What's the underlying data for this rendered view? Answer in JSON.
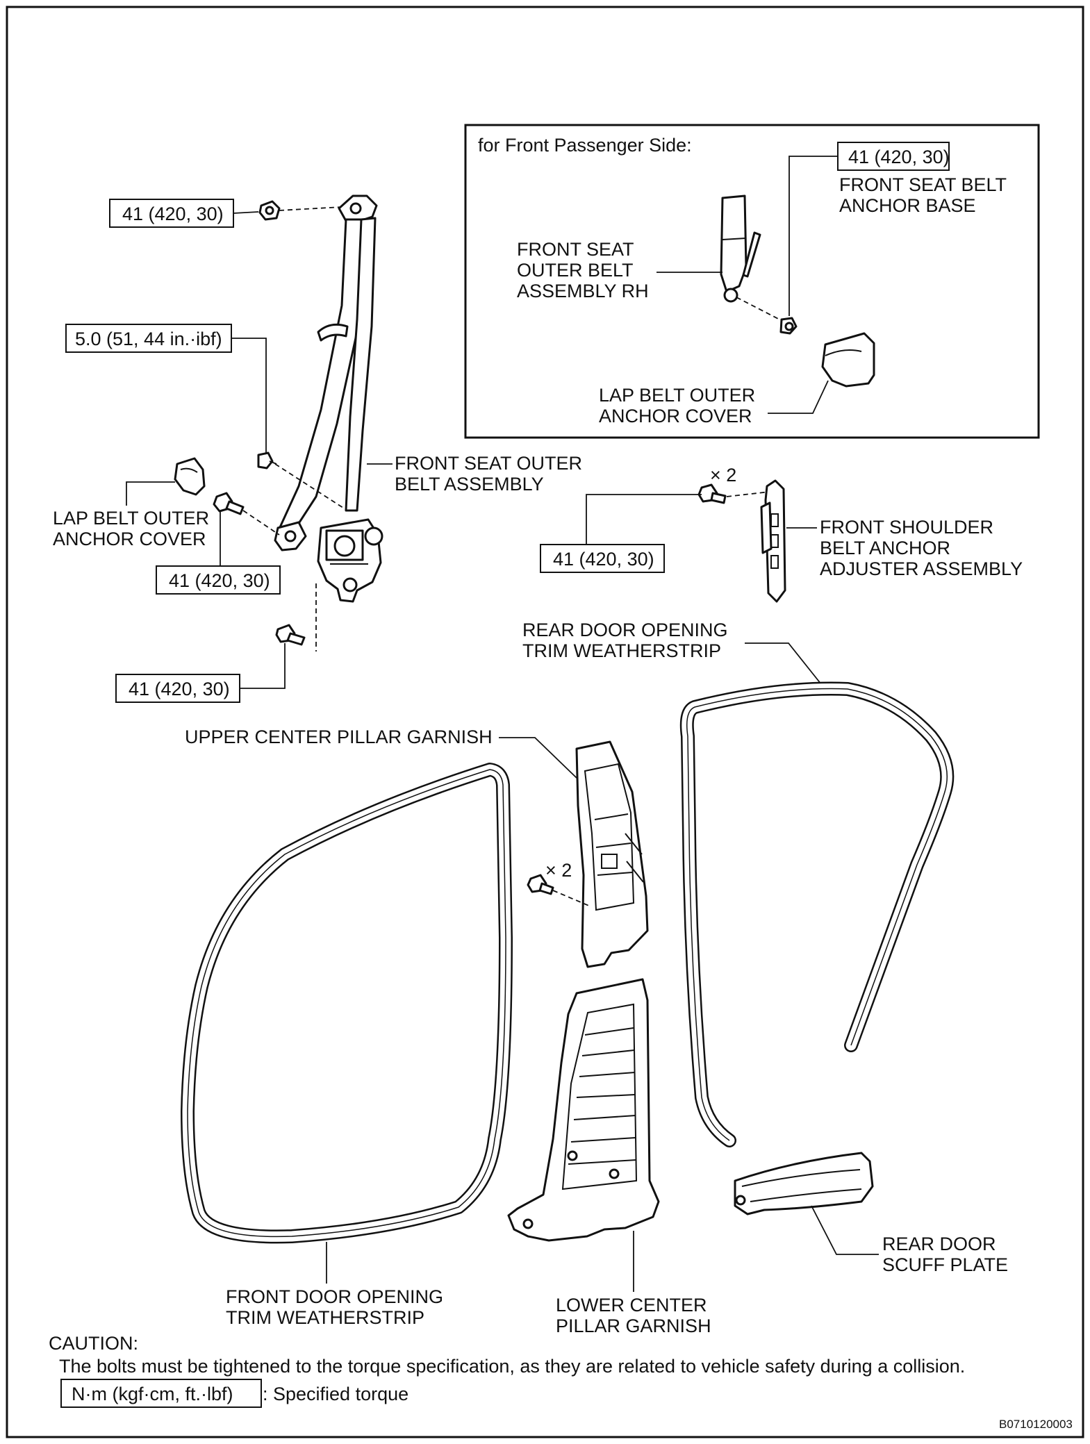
{
  "inset": {
    "title": "for Front Passenger Side:",
    "torque": "41 (420, 30)",
    "anchor_base": [
      "FRONT SEAT BELT",
      "ANCHOR BASE"
    ],
    "belt_rh": [
      "FRONT SEAT",
      "OUTER BELT",
      "ASSEMBLY RH"
    ],
    "cover": [
      "LAP BELT OUTER",
      "ANCHOR COVER"
    ]
  },
  "torque_top": "41 (420, 30)",
  "torque_guide": "5.0 (51, 44 in.·ibf)",
  "torque_lap_anchor": "41 (420, 30)",
  "torque_retractor": "41 (420, 30)",
  "torque_adjuster": "41 (420, 30)",
  "outer_belt": [
    "FRONT SEAT OUTER",
    "BELT ASSEMBLY"
  ],
  "lap_cover": [
    "LAP BELT OUTER",
    "ANCHOR COVER"
  ],
  "adjuster": [
    "FRONT SHOULDER",
    "BELT ANCHOR",
    "ADJUSTER ASSEMBLY"
  ],
  "adjuster_qty": "× 2",
  "rear_weatherstrip": [
    "REAR DOOR OPENING",
    "TRIM WEATHERSTRIP"
  ],
  "upper_garnish": "UPPER CENTER PILLAR GARNISH",
  "garnish_qty": "× 2",
  "front_weatherstrip": [
    "FRONT DOOR OPENING",
    "TRIM WEATHERSTRIP"
  ],
  "lower_garnish": [
    "LOWER CENTER",
    "PILLAR GARNISH"
  ],
  "scuff_plate": [
    "REAR DOOR",
    "SCUFF PLATE"
  ],
  "caution": {
    "heading": "CAUTION:",
    "text": "The bolts must be tightened to the torque specification, as they are related to vehicle safety during a collision."
  },
  "legend": {
    "box": "N·m (kgf·cm, ft.·lbf)",
    "meaning": ": Specified torque"
  },
  "figure_id": "B0710120003"
}
